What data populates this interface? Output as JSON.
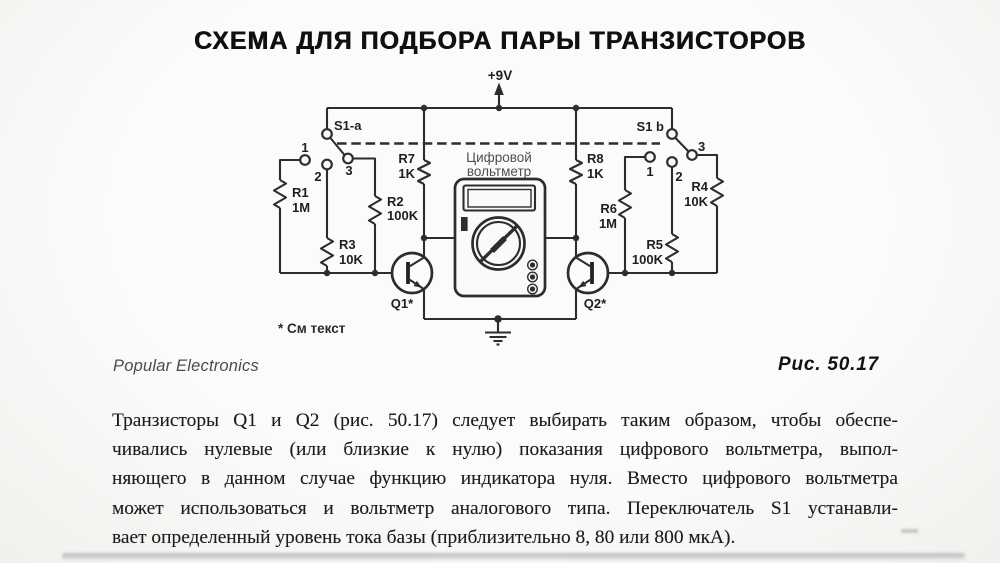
{
  "page": {
    "title": "СХЕМА ДЛЯ ПОДБОРА ПАРЫ ТРАНЗИСТОРОВ",
    "source_credit": "Popular Electronics",
    "figure_label": "Рис. 50.17",
    "footnote": "* См текст"
  },
  "colors": {
    "ink": "#2d2d2d",
    "paper": "#f7f7f5"
  },
  "schematic": {
    "supply_label": "+9V",
    "voltmeter": {
      "label_line1": "Цифровой",
      "label_line2": "вольтметр"
    },
    "switch_a": {
      "label": "S1-a",
      "contact_1": "1",
      "contact_2": "2",
      "contact_3": "3"
    },
    "switch_b": {
      "label": "S1 b",
      "contact_1": "1",
      "contact_2": "2",
      "contact_3": "3"
    },
    "resistors": {
      "r1": {
        "ref": "R1",
        "value": "1M"
      },
      "r2": {
        "ref": "R2",
        "value": "100K"
      },
      "r3": {
        "ref": "R3",
        "value": "10K"
      },
      "r4": {
        "ref": "R4",
        "value": "10K"
      },
      "r5": {
        "ref": "R5",
        "value": "100K"
      },
      "r6": {
        "ref": "R6",
        "value": "1M"
      },
      "r7": {
        "ref": "R7",
        "value": "1K"
      },
      "r8": {
        "ref": "R8",
        "value": "1K"
      }
    },
    "transistors": {
      "q1": "Q1*",
      "q2": "Q2*"
    }
  },
  "paragraph": {
    "lines": [
      "Транзисторы Q1 и Q2 (рис. 50.17) следует выбирать таким образом, чтобы обеспе-",
      "чивались нулевые (или близкие к нулю) показания цифрового вольтметра, выпол-",
      "няющего в данном случае функцию индикатора нуля. Вместо цифрового вольтметра",
      "может использоваться и вольтметр аналогового типа. Переключатель S1 устанавли-",
      "вает определенный уровень тока базы (приблизительно 8, 80 или 800 мкА)."
    ]
  }
}
